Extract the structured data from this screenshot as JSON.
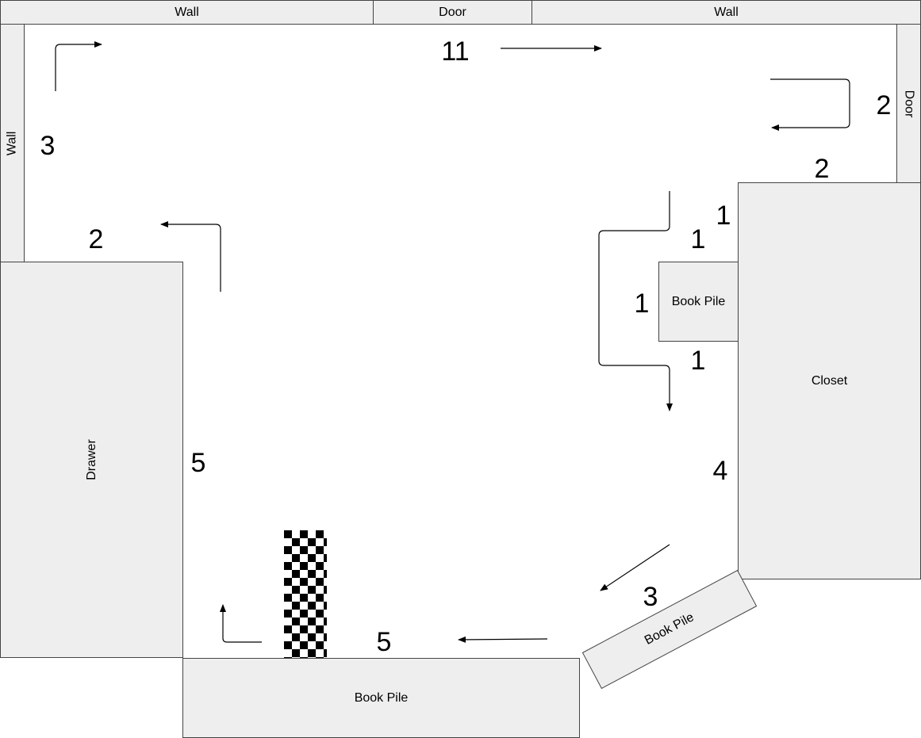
{
  "labels": {
    "wall_top_left": "Wall",
    "door_top": "Door",
    "wall_top_right": "Wall",
    "wall_left": "Wall",
    "door_right": "Door",
    "drawer": "Drawer",
    "closet": "Closet",
    "book_pile_small": "Book Pile",
    "book_pile_bottom": "Book Pile",
    "book_pile_angled": "Book Pile"
  },
  "numbers": {
    "top_run": "11",
    "right_door_gap": "2",
    "closet_top_gap": "2",
    "left_wall_gap": "3",
    "drawer_top_gap": "2",
    "near_closet_1a": "1",
    "near_closet_1b": "1",
    "near_pile_left": "1",
    "near_pile_below": "1",
    "closet_side": "4",
    "drawer_side": "5",
    "angled_pile_gap": "3",
    "bottom_pile_gap": "5"
  },
  "colors": {
    "block_fill": "#eeeeee",
    "outline": "#444444",
    "arrow": "#000000"
  }
}
